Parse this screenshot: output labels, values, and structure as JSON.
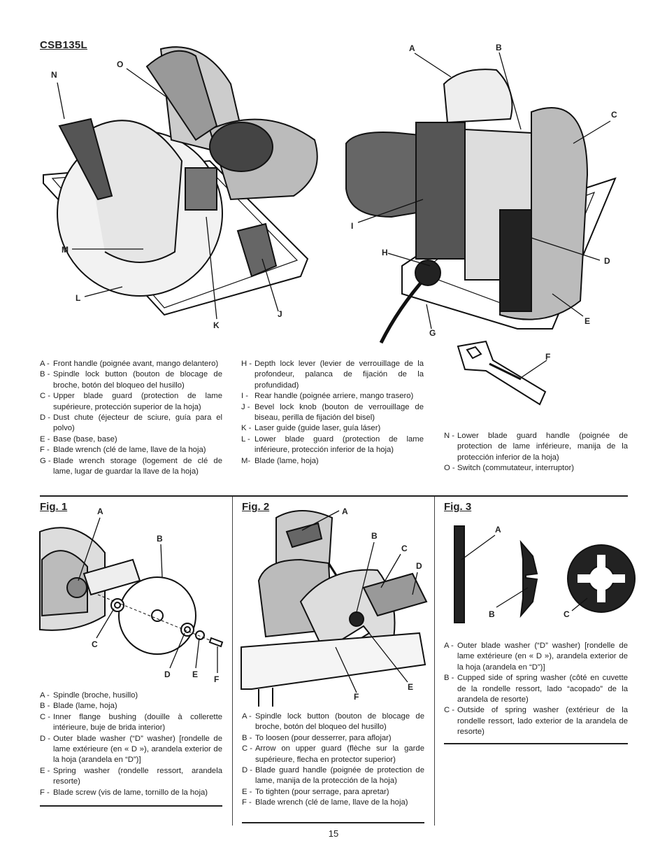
{
  "model": "CSB135L",
  "top_callouts_left": [
    "N",
    "O",
    "M",
    "L",
    "K",
    "J"
  ],
  "top_callouts_right": [
    "A",
    "B",
    "C",
    "I",
    "H",
    "D",
    "E",
    "G",
    "F"
  ],
  "legend_col1": [
    {
      "key": "A -",
      "text": "Front handle (poignée avant, mango delantero)"
    },
    {
      "key": "B -",
      "text": "Spindle lock button (bouton de blocage de broche, botón del bloqueo del husillo)"
    },
    {
      "key": "C -",
      "text": "Upper blade guard (protection de lame supérieure, protección superior de la hoja)"
    },
    {
      "key": "D -",
      "text": "Dust chute (éjecteur de sciure, guía para el polvo)"
    },
    {
      "key": "E -",
      "text": "Base (base, base)"
    },
    {
      "key": "F -",
      "text": "Blade wrench (clé de lame, llave de la hoja)"
    },
    {
      "key": "G -",
      "text": "Blade wrench storage (logement de clé de lame, lugar de guardar la llave de la hoja)"
    }
  ],
  "legend_col2": [
    {
      "key": "H -",
      "text": "Depth lock lever (levier de verrouillage de la profondeur, palanca de fijación de la profundidad)"
    },
    {
      "key": "I -",
      "text": "Rear handle (poignée arriere, mango trasero)"
    },
    {
      "key": "J -",
      "text": "Bevel lock knob (bouton de verrouillage de biseau, perilla de fijación del bisel)"
    },
    {
      "key": "K -",
      "text": "Laser guide (guide laser, guía láser)"
    },
    {
      "key": "L -",
      "text": "Lower blade guard (protection de lame inférieure, protección inferior de la hoja)"
    },
    {
      "key": "M-",
      "text": "Blade (lame, hoja)"
    }
  ],
  "legend_col3": [
    {
      "key": "N -",
      "text": "Lower blade guard handle (poignée de protection de lame inférieure, manija de la protección inferior de la hoja)"
    },
    {
      "key": "O -",
      "text": "Switch (commutateur, interruptor)"
    }
  ],
  "fig1": {
    "title": "Fig. 1",
    "callouts": [
      "A",
      "B",
      "C",
      "D",
      "E",
      "F"
    ],
    "legend": [
      {
        "key": "A -",
        "text": "Spindle (broche, husillo)"
      },
      {
        "key": "B -",
        "text": "Blade (lame, hoja)"
      },
      {
        "key": "C -",
        "text": "Inner flange bushing (douille à collerette intérieure, buje de brida interior)"
      },
      {
        "key": "D -",
        "text": "Outer blade washer (“D” washer) [rondelle de lame extérieure (en « D »), arandela exterior de la hoja (arandela en “D”)]"
      },
      {
        "key": "E -",
        "text": "Spring washer (rondelle ressort, arandela resorte)"
      },
      {
        "key": "F -",
        "text": "Blade screw (vis de lame, tornillo de la hoja)"
      }
    ]
  },
  "fig2": {
    "title": "Fig. 2",
    "callouts": [
      "A",
      "B",
      "C",
      "D",
      "E",
      "F"
    ],
    "legend": [
      {
        "key": "A -",
        "text": "Spindle lock button (bouton de blocage de broche, botón del bloqueo del husillo)"
      },
      {
        "key": "B -",
        "text": "To loosen (pour desserrer, para aflojar)"
      },
      {
        "key": "C -",
        "text": "Arrow on upper guard (flèche sur la garde supérieure, flecha en protector superior)"
      },
      {
        "key": "D -",
        "text": "Blade guard handle (poignée de protection de lame, manija de la protección de la hoja)"
      },
      {
        "key": "E -",
        "text": "To tighten (pour serrage, para apretar)"
      },
      {
        "key": "F -",
        "text": "Blade wrench (clé de lame, llave de la hoja)"
      }
    ]
  },
  "fig3": {
    "title": "Fig. 3",
    "callouts": [
      "A",
      "B",
      "C"
    ],
    "legend": [
      {
        "key": "A -",
        "text": "Outer blade washer (“D” washer) [rondelle de lame extérieure (en « D »), arandela exterior de la hoja (arandela en “D”)]"
      },
      {
        "key": "B -",
        "text": "Cupped side of spring washer (côté en cuvette de la rondelle ressort, lado “acopado” de la arandela de resorte)"
      },
      {
        "key": "C -",
        "text": "Outside of spring washer (extérieur de la rondelle ressort, lado exterior de la arandela de resorte)"
      }
    ]
  },
  "page_number": "15"
}
